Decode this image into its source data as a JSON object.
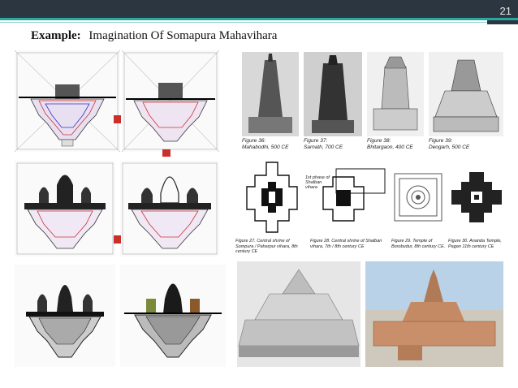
{
  "slide": {
    "page_number": "21",
    "title_label": "Example:",
    "title_text": "Imagination  Of  Somapura Mahavihara"
  },
  "figures": {
    "fig36": {
      "title": "Figure 36:",
      "text": "Mahabodhi, 500 CE"
    },
    "fig37": {
      "title": "Figure 37:",
      "text": "Sarnath, 700 CE"
    },
    "fig38": {
      "title": "Figure 38:",
      "text": "Bhitargaon, 400 CE"
    },
    "fig39": {
      "title": "Figure 39:",
      "text": "Deogarh, 500 CE"
    },
    "fig27": "Figure 27. Central shrine of Sompura / Paharpur vihara, 8th century CE",
    "fig28": "Figure 28. Central shrine of Shalban vihara, 7th / 8th century CE",
    "fig29": "Figure 29. Temple of Borobudur, 8th century CE.",
    "fig30": "Figure 30. Ananda Temple, Pagan 11th century CE",
    "phase_note": "1st phase of Shalban vihara"
  },
  "colors": {
    "topbar": "#2b3640",
    "accent": "#2aa7a0",
    "arrow": "#c9302c"
  }
}
